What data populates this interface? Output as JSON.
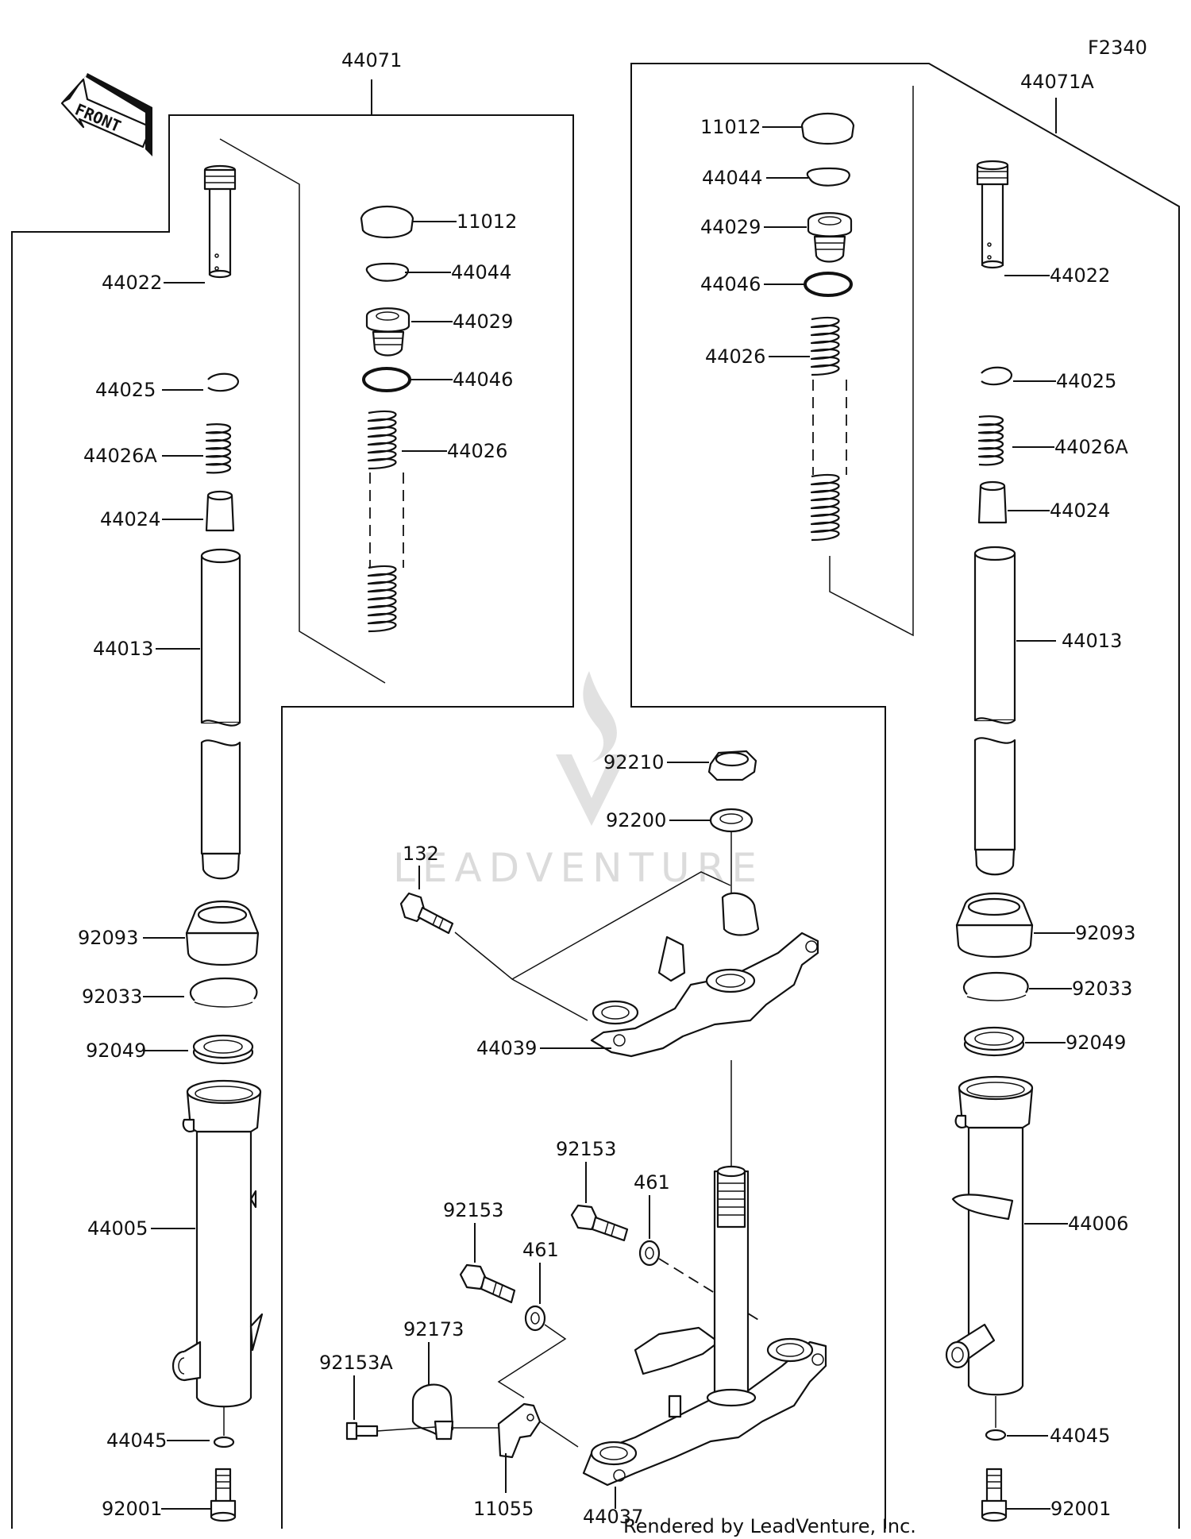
{
  "diagram_code": "F2340",
  "front_label": "FRONT",
  "footer": "Rendered by LeadVenture, Inc.",
  "watermark": "LEADVENTURE",
  "assemblies": {
    "left": "44071",
    "right": "44071A"
  },
  "callouts": {
    "l_44022": "44022",
    "l_44025": "44025",
    "l_44026A": "44026A",
    "l_44024": "44024",
    "l_44013": "44013",
    "l_92093": "92093",
    "l_92033": "92033",
    "l_92049": "92049",
    "l_44005": "44005",
    "l_44045": "44045",
    "l_92001": "92001",
    "l_11012": "11012",
    "l_44044": "44044",
    "l_44029": "44029",
    "l_44046": "44046",
    "l_44026": "44026",
    "r_11012": "11012",
    "r_44044": "44044",
    "r_44029": "44029",
    "r_44046": "44046",
    "r_44026": "44026",
    "r_44022": "44022",
    "r_44025": "44025",
    "r_44026A": "44026A",
    "r_44024": "44024",
    "r_44013": "44013",
    "r_92093": "92093",
    "r_92033": "92033",
    "r_92049": "92049",
    "r_44006": "44006",
    "r_44045": "44045",
    "r_92001": "92001",
    "c_92210": "92210",
    "c_92200": "92200",
    "c_132": "132",
    "c_44039": "44039",
    "c_92153_a": "92153",
    "c_461_a": "461",
    "c_92153_b": "92153",
    "c_461_b": "461",
    "c_92173": "92173",
    "c_92153A": "92153A",
    "c_11055": "11055",
    "c_44037": "44037"
  }
}
